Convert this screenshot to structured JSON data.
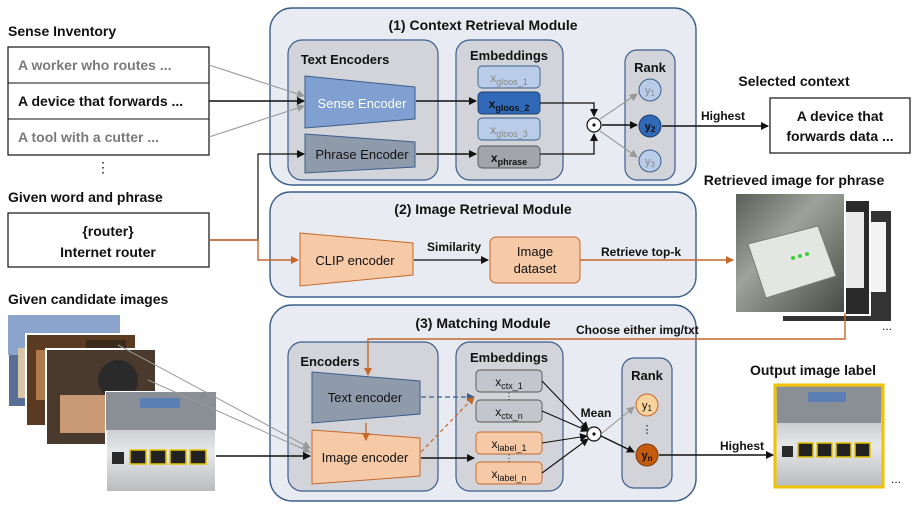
{
  "sense_inventory": {
    "title": "Sense Inventory",
    "senses": [
      "A worker who routes ...",
      "A device that forwards ...",
      "A tool with a cutter ..."
    ],
    "more": "⋮"
  },
  "given_word": {
    "title": "Given word and phrase",
    "word": "{router}",
    "phrase": "Internet router"
  },
  "candidates": {
    "title": "Given candidate images"
  },
  "module1": {
    "title": "(1) Context Retrieval Module",
    "text_encoders": "Text Encoders",
    "sense_encoder": "Sense Encoder",
    "phrase_encoder": "Phrase Encoder",
    "embeddings": "Embeddings",
    "emb": [
      {
        "base": "x",
        "sub": "gloos_1"
      },
      {
        "base": "x",
        "sub": "gloos_2"
      },
      {
        "base": "x",
        "sub": "gloos_3"
      },
      {
        "base": "x",
        "sub": "phrase"
      }
    ],
    "rank": "Rank",
    "ranks": [
      {
        "base": "y",
        "sub": "1"
      },
      {
        "base": "y",
        "sub": "2"
      },
      {
        "base": "y",
        "sub": "3"
      }
    ],
    "dot": "⊙",
    "highest": "Highest"
  },
  "selected_context": {
    "title": "Selected context",
    "line1": "A device that",
    "line2": "forwards data ..."
  },
  "retrieved": {
    "title": "Retrieved image for phrase",
    "more": "..."
  },
  "module2": {
    "title": "(2) Image Retrieval Module",
    "clip": "CLIP encoder",
    "similarity": "Similarity",
    "dataset_line1": "Image",
    "dataset_line2": "dataset",
    "retrieve": "Retrieve top-k"
  },
  "choose": "Choose either img/txt",
  "module3": {
    "title": "(3) Matching Module",
    "encoders": "Encoders",
    "text_encoder": "Text encoder",
    "image_encoder": "Image encoder",
    "embeddings": "Embeddings",
    "emb": [
      {
        "base": "x",
        "sub": "ctx_1"
      },
      {
        "base": "x",
        "sub": "ctx_n"
      },
      {
        "base": "x",
        "sub": "label_1"
      },
      {
        "base": "x",
        "sub": "label_n"
      }
    ],
    "vdots": "⋮",
    "mean": "Mean",
    "dot": "⊙",
    "rank": "Rank",
    "ranks": [
      {
        "base": "y",
        "sub": "1"
      },
      {
        "base": "y",
        "sub": "n"
      }
    ],
    "highest": "Highest"
  },
  "output": {
    "title": "Output image label",
    "more": "..."
  },
  "colors": {
    "module_fill": "#e9ebf2",
    "module_stroke": "#3b5e8c",
    "panel_fill": "#d2d4d9",
    "blue_enc": "#7fa0d0",
    "orange": "#f6c9a7",
    "orange_stroke": "#c5682a",
    "rank_circle": "#b9cde8",
    "rank_sel": "#2f69b8",
    "rank_orange": "#f8d39c",
    "rank_orange_sel": "#c55a11",
    "output_frame": "#f2c200"
  }
}
